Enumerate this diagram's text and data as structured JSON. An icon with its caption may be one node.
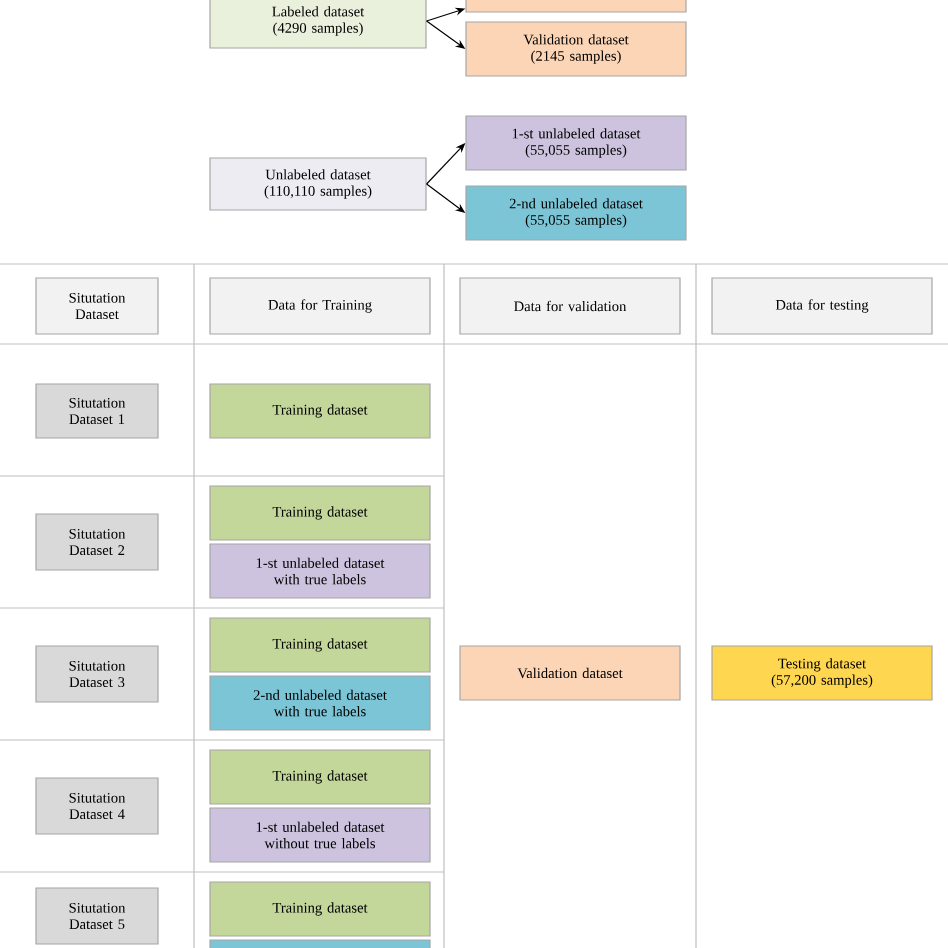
{
  "diagram": {
    "nodes": [
      {
        "text": [],
        "shape": "box"
      },
      {
        "text": [
          "Labeled dataset (4290 samples)"
        ]
      },
      {
        "text": [
          "Validation dataset (2145 samples)"
        ]
      },
      {
        "text": [
          "Unlabeled dataset (110,110 samples)"
        ]
      },
      {
        "text": [
          "1-st unlabeled dataset (55,055 samples)"
        ]
      },
      {
        "text": [
          "2-nd unlabeled dataset (55,055 samples)"
        ]
      },
      {
        "text": [
          "Situtation Dataset"
        ]
      },
      {
        "text": [
          "Data for Training"
        ]
      },
      {
        "text": [
          "Data for validation"
        ]
      },
      {
        "text": [
          "Data for testing"
        ]
      },
      {
        "text": [
          "Situtation Dataset 1"
        ]
      },
      {
        "text": [
          "Training dataset"
        ]
      },
      {
        "text": [
          "Situtation Dataset 2"
        ]
      },
      {
        "text": [
          "Training dataset"
        ]
      },
      {
        "text": [
          "1-st unlabeled dataset with true labels"
        ]
      },
      {
        "text": [
          "Situtation Dataset 3"
        ]
      },
      {
        "text": [
          "Training dataset"
        ]
      },
      {
        "text": [
          "2-nd unlabeled dataset with true labels"
        ]
      },
      {
        "text": [
          "Validation dataset"
        ]
      },
      {
        "text": [
          "Testing dataset (57,200 samples)"
        ]
      },
      {
        "text": [
          "Situtation Dataset 4"
        ]
      },
      {
        "text": [
          "Training dataset"
        ]
      },
      {
        "text": [
          "1-st unlabeled dataset without true labels"
        ]
      },
      {
        "text": [
          "Situtation Dataset 5"
        ]
      },
      {
        "text": [
          "Training dataset"
        ]
      },
      {
        "text": [],
        "shape": "box"
      }
    ],
    "edges": [
      {
        "from": 1,
        "to": 0,
        "arrow": "to"
      },
      {
        "from": 1,
        "to": 2,
        "arrow": "to"
      },
      {
        "from": 3,
        "to": 4,
        "arrow": "to"
      },
      {
        "from": 3,
        "to": 5,
        "arrow": "to"
      }
    ]
  }
}
